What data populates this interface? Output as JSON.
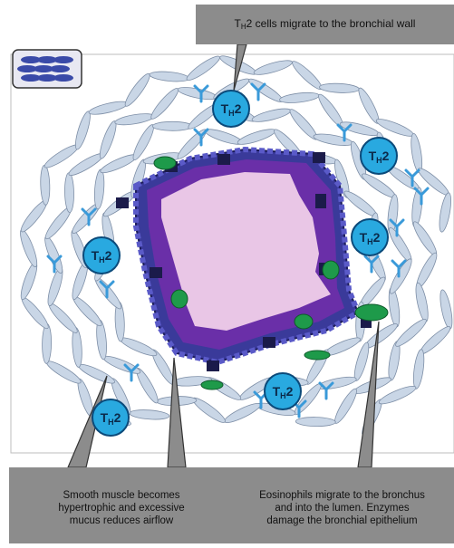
{
  "labels": {
    "top_pre": "T",
    "top_sub": "H",
    "top_post": "2 cells migrate to the bronchial wall",
    "left_line1": "Smooth muscle becomes",
    "left_line2": "hypertrophic and excessive",
    "left_line3": "mucus reduces airflow",
    "right_line1": "Eosinophils migrate to the bronchus",
    "right_line2": "and into the lumen. Enzymes",
    "right_line3": "damage the bronchial epithelium"
  },
  "th2_cell": {
    "main": "T",
    "sub": "H",
    "suffix": "2"
  },
  "colors": {
    "caption_bg": "#8c8c8c",
    "th2_fill": "#29a9e0",
    "muscle_fill": "#c9d6e6",
    "epithelium": "#3a3a9a",
    "lumen": "#e9c6e6",
    "mucus": "#6a2fa8",
    "eosinophil": "#1e9a4a",
    "antibody": "#3a9ad9"
  }
}
